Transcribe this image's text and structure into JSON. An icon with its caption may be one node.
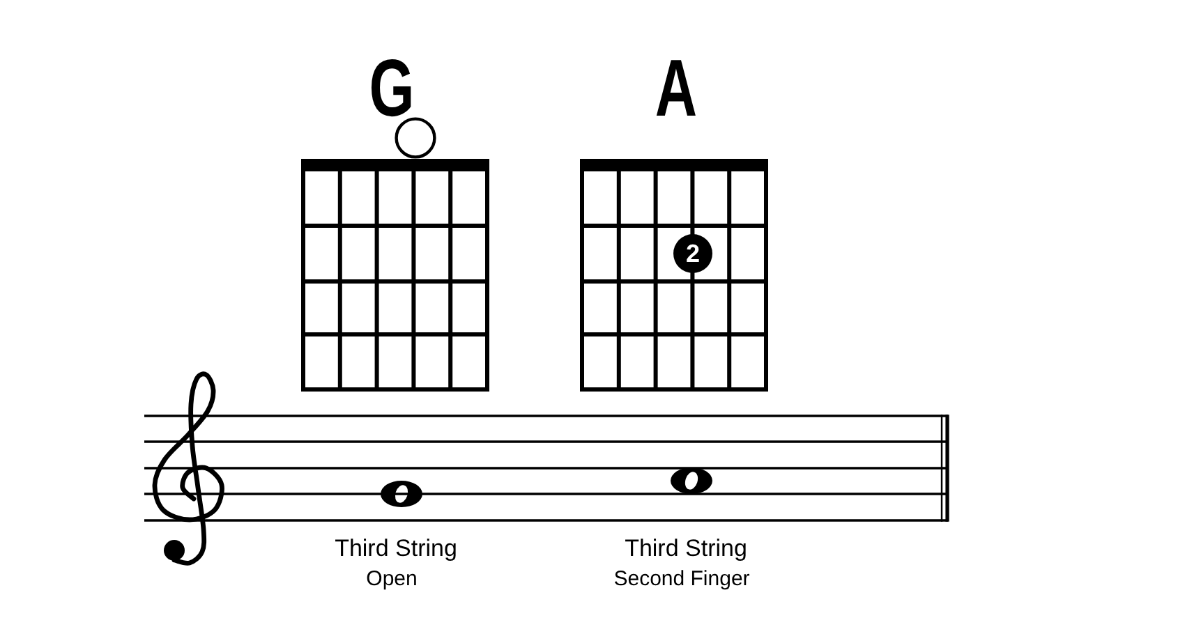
{
  "diagram": {
    "nodes": [
      {
        "text": [
          "G"
        ]
      },
      {
        "text": [],
        "shape": "circle",
        "in": 0
      },
      {
        "text": [
          "A"
        ]
      },
      {
        "text": [
          "2"
        ],
        "in": 2
      }
    ],
    "labels": [
      "Third String",
      "Open",
      "Third String",
      "Second Finger"
    ]
  }
}
